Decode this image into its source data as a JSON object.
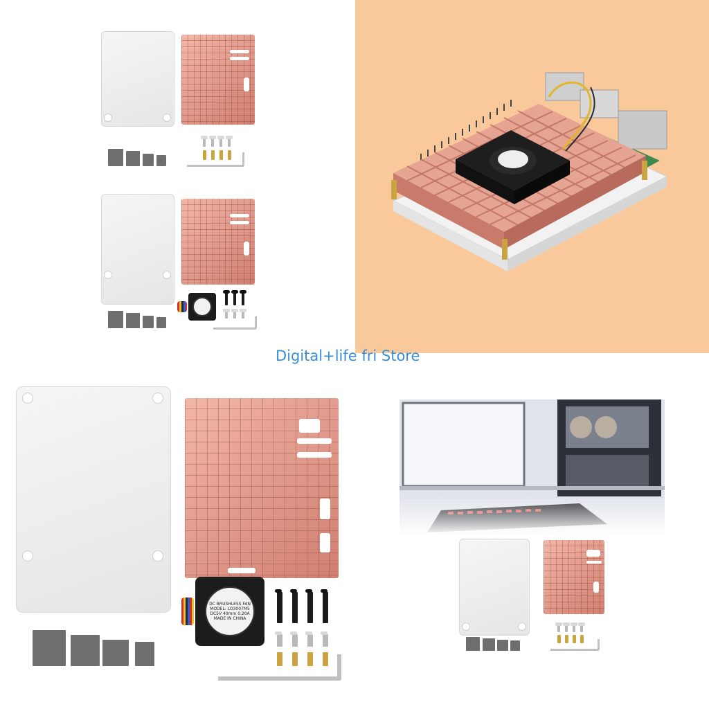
{
  "store": {
    "watermark": "Digital+life fri Store",
    "watermark_color": "#3a8ed6"
  },
  "panels": [
    {
      "id": "kit-no-fan-top-left",
      "contents": "acrylic-plate, copper-heatsink, thermal-pads, screws, standoffs, hex-wrench"
    },
    {
      "id": "kit-with-fan-middle-left",
      "contents": "acrylic-plate, copper-heatsink, fan, thermal-pads, screws, standoffs, hex-wrench"
    },
    {
      "id": "assembled-board-photo",
      "contents": "raspberry-pi-with-copper-heatsink-and-fan"
    },
    {
      "id": "kit-with-fan-large",
      "contents": "acrylic-plate, copper-heatsink, fan, thermal-pads, screws, standoffs, hex-wrench"
    },
    {
      "id": "lifestyle-scene",
      "contents": "monitor-and-pc-scene, acrylic-plate, copper-heatsink, thermal-pads, screws"
    }
  ],
  "fan_label": {
    "line1": "DC BRUSHLESS FAN",
    "line2": "MODEL: LO3007M5",
    "line3": "DC5V 40mm 0.20A",
    "line4": "MADE IN CHINA"
  },
  "colors": {
    "copper": "#d98f80",
    "peach_background": "#f9c99b",
    "acrylic": "#eeeeee",
    "thermal_pad": "#6e6e6e"
  }
}
